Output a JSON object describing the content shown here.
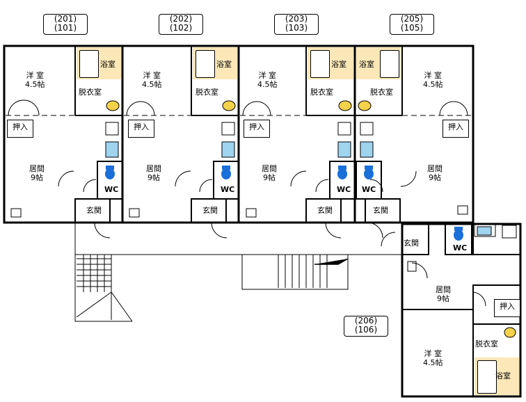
{
  "unit_tags": [
    {
      "top": "(201)",
      "bottom": "(101)"
    },
    {
      "top": "(202)",
      "bottom": "(102)"
    },
    {
      "top": "(203)",
      "bottom": "(103)"
    },
    {
      "top": "(205)",
      "bottom": "(105)"
    },
    {
      "top": "(206)",
      "bottom": "(106)"
    }
  ],
  "rooms": {
    "western_room": "洋 室",
    "western_size": "4.5帖",
    "living_room": "居間",
    "living_size": "9帖",
    "bathroom": "浴室",
    "dressing_room": "脱衣室",
    "closet": "押入",
    "entrance": "玄関",
    "toilet": "WC"
  },
  "colors": {
    "wall": "#000000",
    "bath_fill": "#fbe7b7",
    "toilet_blue": "#1a6fd8",
    "sink_blue": "#9fd4ef"
  }
}
